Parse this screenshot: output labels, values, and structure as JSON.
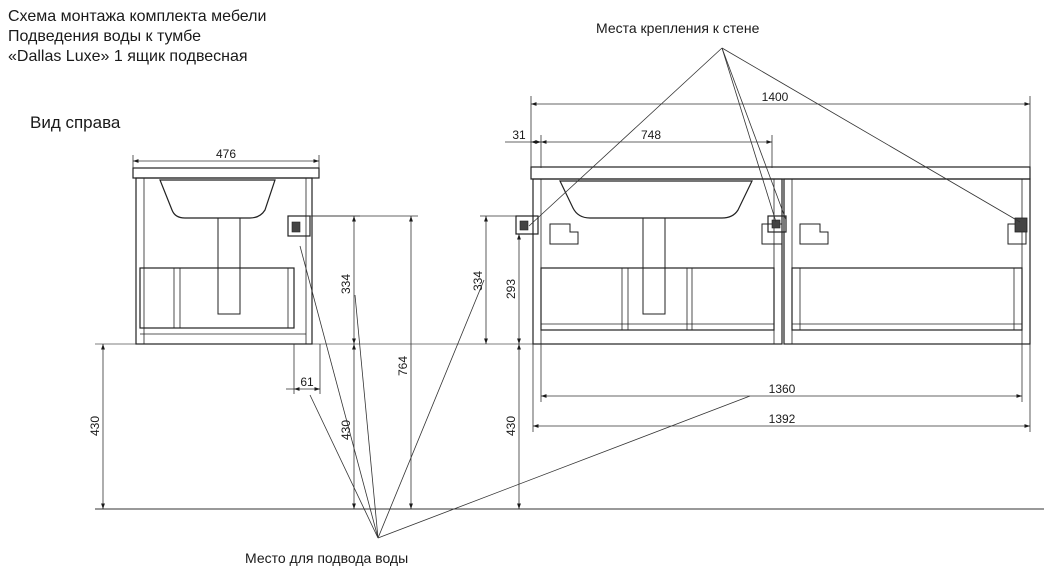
{
  "title": {
    "line1": "Схема монтажа комплекта мебели",
    "line2": "Подведения воды к тумбе",
    "line3": "«Dallas Luxe» 1 ящик подвесная"
  },
  "side_view": {
    "label": "Вид справа"
  },
  "callouts": {
    "wall_mounts": "Места крепления к стене",
    "water_supply": "Место для подвода воды"
  },
  "dimensions": {
    "side_width": "476",
    "side_pipe_offset": "61",
    "side_floor_height": "430",
    "side_water_height": "334",
    "side_water_floor": "430",
    "side_total_height": "764",
    "front_total_width": "1400",
    "front_edge_offset": "31",
    "front_basin_span": "748",
    "front_water_height": "334",
    "front_mount_height": "293",
    "front_floor_height": "430",
    "front_inner_width": "1360",
    "front_body_width": "1392"
  }
}
